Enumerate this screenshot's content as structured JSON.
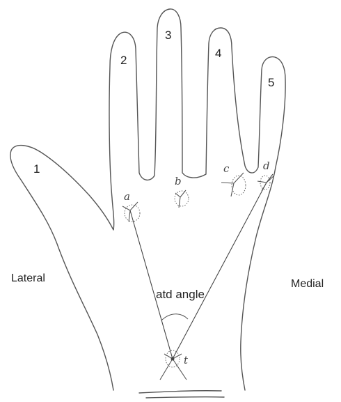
{
  "fingers": [
    {
      "label": "1"
    },
    {
      "label": "2"
    },
    {
      "label": "3"
    },
    {
      "label": "4"
    },
    {
      "label": "5"
    }
  ],
  "triradii": [
    {
      "label": "a"
    },
    {
      "label": "b"
    },
    {
      "label": "c"
    },
    {
      "label": "d"
    },
    {
      "label": "t"
    }
  ],
  "sides": {
    "lateral": "Lateral",
    "medial": "Medial"
  },
  "angle_label": "atd angle"
}
